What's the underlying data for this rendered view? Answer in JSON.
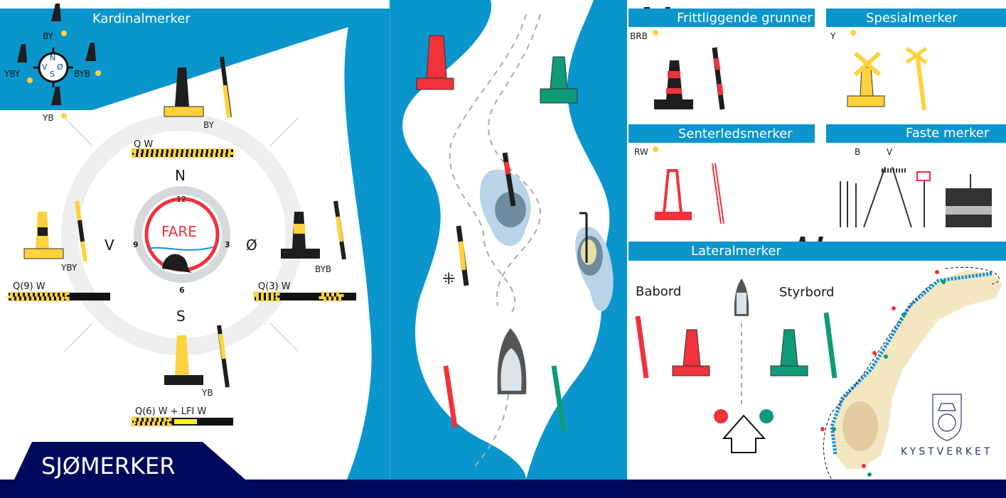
{
  "title": "SJØMERKER",
  "brand": "KYSTVERKET",
  "colors": {
    "water": "#0a96cc",
    "navy": "#000a5c",
    "red": "#f0323c",
    "green": "#0f9a78",
    "yellow": "#fdd23c",
    "black": "#1e1e1e"
  },
  "cardinal": {
    "heading": "Kardinalmerker",
    "mini_labels": {
      "n": "BY",
      "w": "YBY",
      "e": "BYB",
      "s": "YB"
    },
    "compass_letters": {
      "n": "N",
      "v": "V",
      "s": "S",
      "o": "Ø"
    },
    "directions": {
      "n": "N",
      "v": "V",
      "s": "S",
      "o": "Ø"
    },
    "clock": {
      "n": "12",
      "e": "3",
      "s": "6",
      "w": "9"
    },
    "center_label": "FARE",
    "marks": {
      "north": {
        "code": "BY",
        "light": "Q W"
      },
      "west": {
        "code": "YBY",
        "light": "Q(9) W"
      },
      "east": {
        "code": "BYB",
        "light": "Q(3) W"
      },
      "south": {
        "code": "YB",
        "light": "Q(6) W + LFI W"
      }
    }
  },
  "sections": {
    "isolated": {
      "heading": "Frittliggende grunner",
      "code": "BRB"
    },
    "special": {
      "heading": "Spesialmerker",
      "code": "Y"
    },
    "safe_water": {
      "heading": "Senterledsmerker",
      "code": "RW"
    },
    "fixed": {
      "heading": "Faste merker",
      "labels": [
        "B",
        "V"
      ]
    },
    "lateral": {
      "heading": "Lateralmerker",
      "port": "Babord",
      "starboard": "Styrbord"
    }
  }
}
